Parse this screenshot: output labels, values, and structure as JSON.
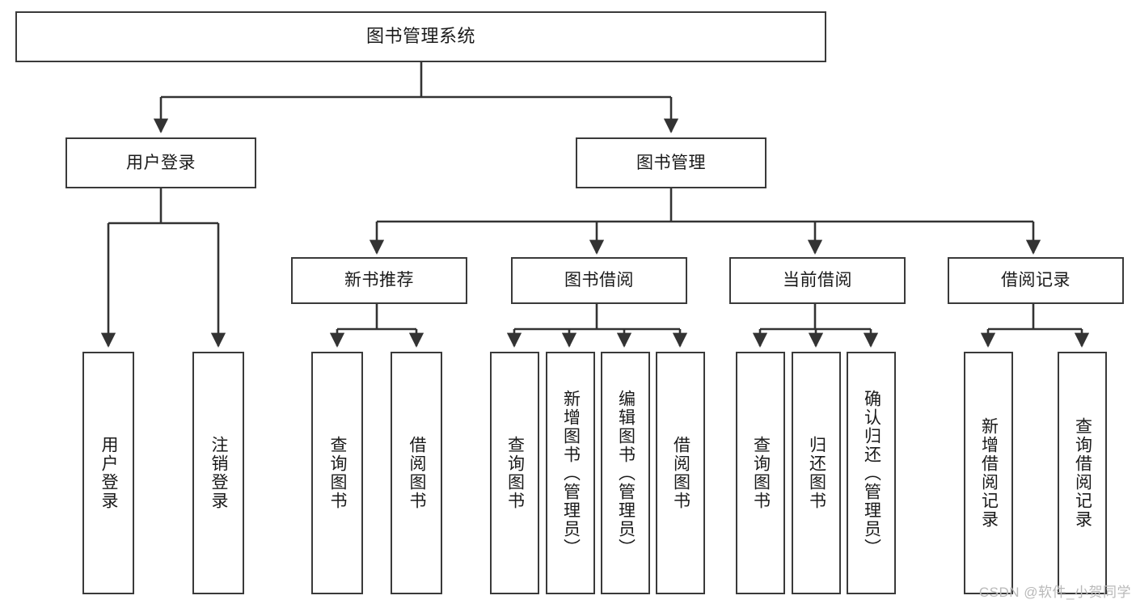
{
  "diagram": {
    "title": "图书管理系统",
    "watermark": "CSDN @软件_小贺同学",
    "colors": {
      "box_border": "#3a3a3a",
      "box_fill": "#ffffff",
      "edge": "#333333",
      "text": "#1a1a1a",
      "watermark": "#b9b9b9",
      "background": "#ffffff"
    },
    "levels": {
      "root": "图书管理系统",
      "level2": [
        "用户登录",
        "图书管理"
      ],
      "level3": [
        "新书推荐",
        "图书借阅",
        "当前借阅",
        "借阅记录"
      ]
    },
    "nodes": {
      "root": {
        "label": "图书管理系统"
      },
      "user_login": {
        "label": "用户登录"
      },
      "book_manage": {
        "label": "图书管理"
      },
      "new_book_rec": {
        "label": "新书推荐"
      },
      "book_borrow": {
        "label": "图书借阅"
      },
      "current_borrow": {
        "label": "当前借阅"
      },
      "borrow_record": {
        "label": "借阅记录"
      },
      "leaf_user_login": {
        "label": "用户登录"
      },
      "leaf_logout": {
        "label": "注销登录"
      },
      "leaf_query_book_1": {
        "label": "查询图书"
      },
      "leaf_borrow_book_1": {
        "label": "借阅图书"
      },
      "leaf_query_book_2": {
        "label": "查询图书"
      },
      "leaf_add_book": {
        "label": "新增图书（管理员）"
      },
      "leaf_edit_book": {
        "label": "编辑图书（管理员）"
      },
      "leaf_borrow_book_2": {
        "label": "借阅图书"
      },
      "leaf_query_book_3": {
        "label": "查询图书"
      },
      "leaf_return_book": {
        "label": "归还图书"
      },
      "leaf_confirm_return": {
        "label": "确认归还（管理员）"
      },
      "leaf_add_record": {
        "label": "新增借阅记录"
      },
      "leaf_query_record": {
        "label": "查询借阅记录"
      }
    },
    "tree": {
      "name": "图书管理系统",
      "children": [
        {
          "name": "用户登录",
          "children": [
            {
              "name": "用户登录"
            },
            {
              "name": "注销登录"
            }
          ]
        },
        {
          "name": "图书管理",
          "children": [
            {
              "name": "新书推荐",
              "children": [
                {
                  "name": "查询图书"
                },
                {
                  "name": "借阅图书"
                }
              ]
            },
            {
              "name": "图书借阅",
              "children": [
                {
                  "name": "查询图书"
                },
                {
                  "name": "新增图书（管理员）"
                },
                {
                  "name": "编辑图书（管理员）"
                },
                {
                  "name": "借阅图书"
                }
              ]
            },
            {
              "name": "当前借阅",
              "children": [
                {
                  "name": "查询图书"
                },
                {
                  "name": "归还图书"
                },
                {
                  "name": "确认归还（管理员）"
                }
              ]
            },
            {
              "name": "借阅记录",
              "children": [
                {
                  "name": "新增借阅记录"
                },
                {
                  "name": "查询借阅记录"
                }
              ]
            }
          ]
        }
      ]
    }
  }
}
